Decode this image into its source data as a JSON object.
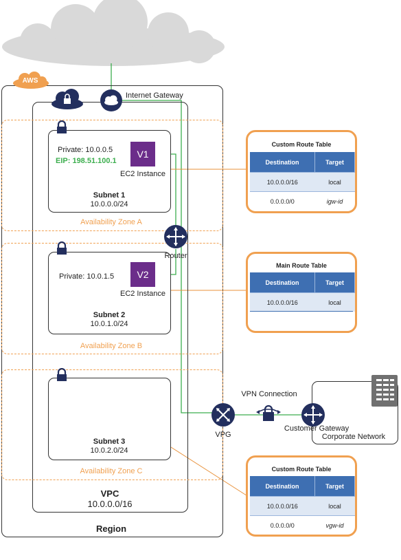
{
  "aws_badge": "AWS",
  "internet_gateway_label": "Internet Gateway",
  "region": {
    "label": "Region"
  },
  "vpc": {
    "label": "VPC",
    "cidr": "10.0.0.0/16"
  },
  "availability_zones": [
    "Availability Zone A",
    "Availability Zone B",
    "Availability Zone C"
  ],
  "subnets": [
    {
      "name": "Subnet 1",
      "cidr": "10.0.0.0/24"
    },
    {
      "name": "Subnet 2",
      "cidr": "10.0.1.0/24"
    },
    {
      "name": "Subnet 3",
      "cidr": "10.0.2.0/24"
    }
  ],
  "instances": [
    {
      "badge": "V1",
      "label": "EC2 Instance",
      "private_ip": "Private: 10.0.0.5",
      "eip": "EIP: 198.51.100.1"
    },
    {
      "badge": "V2",
      "label": "EC2 Instance",
      "private_ip": "Private: 10.0.1.5"
    }
  ],
  "router_label": "Router",
  "vpg_label": "VPG",
  "vpn_connection_label": "VPN Connection",
  "customer_gateway_label": "Customer Gateway",
  "corporate_network_label": "Corporate Network",
  "route_tables": [
    {
      "title": "Custom Route Table",
      "headers": [
        "Destination",
        "Target"
      ],
      "rows": [
        {
          "destination": "10.0.0.0/16",
          "target": "local"
        },
        {
          "destination": "0.0.0.0/0",
          "target": "igw-id"
        }
      ]
    },
    {
      "title": "Main Route Table",
      "headers": [
        "Destination",
        "Target"
      ],
      "rows": [
        {
          "destination": "10.0.0.0/16",
          "target": "local"
        }
      ]
    },
    {
      "title": "Custom Route Table",
      "headers": [
        "Destination",
        "Target"
      ],
      "rows": [
        {
          "destination": "10.0.0.0/16",
          "target": "local"
        },
        {
          "destination": "0.0.0.0/0",
          "target": "vgw-id"
        }
      ]
    }
  ],
  "colors": {
    "aws_orange": "#f0a050",
    "ec2_purple": "#6b2d8a",
    "icon_navy": "#232f5e",
    "connection_green": "#3cae4e",
    "eip_green": "#3cae4e",
    "table_header_blue": "#3e6fb2",
    "table_row_shade": "#dfe8f4",
    "cloud_grey": "#d9d9d9"
  }
}
